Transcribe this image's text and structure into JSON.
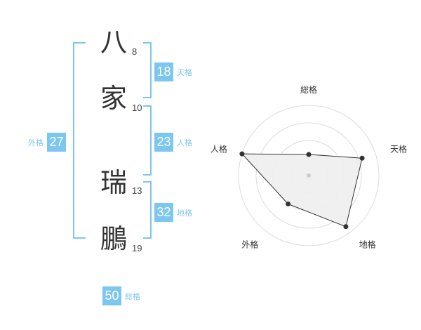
{
  "name": {
    "chars": [
      {
        "char": "八",
        "strokes": "8"
      },
      {
        "char": "家",
        "strokes": "10"
      },
      {
        "char": "瑞",
        "strokes": "13"
      },
      {
        "char": "鵬",
        "strokes": "19"
      }
    ]
  },
  "fortunes": {
    "tenkaku": {
      "value": "18",
      "label": "天格"
    },
    "jinkaku": {
      "value": "23",
      "label": "人格"
    },
    "chikaku": {
      "value": "32",
      "label": "地格"
    },
    "gaikaku": {
      "value": "27",
      "label": "外格"
    },
    "soukaku": {
      "value": "50",
      "label": "総格"
    }
  },
  "colors": {
    "accent": "#7cc7ef",
    "text": "#333333",
    "radar_fill": "#eeeeee",
    "radar_line": "#333333",
    "grid": "#dddddd"
  },
  "chart_data": {
    "type": "radar",
    "axes": [
      "総格",
      "天格",
      "地格",
      "外格",
      "人格"
    ],
    "values": [
      0.3,
      0.8,
      0.9,
      0.5,
      1.0
    ],
    "rings": 4,
    "range": [
      0,
      1
    ]
  }
}
